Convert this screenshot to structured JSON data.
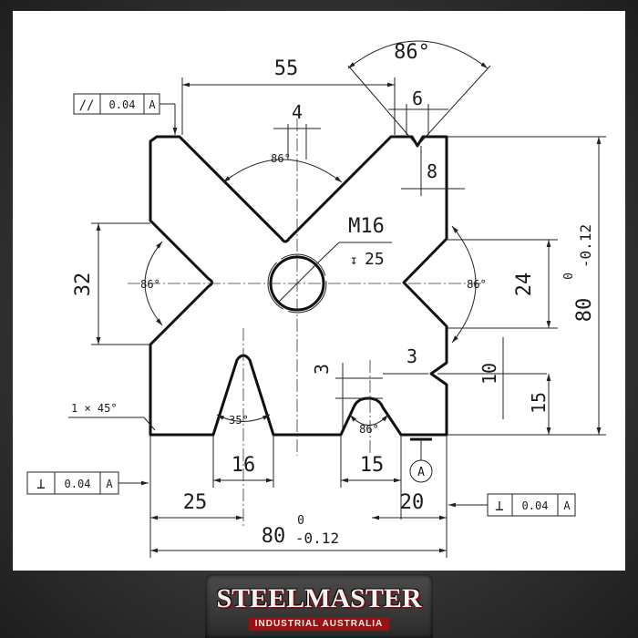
{
  "drawing": {
    "dims": {
      "d55": "55",
      "d86_top": "86°",
      "d6": "6",
      "d4": "4",
      "d8": "8",
      "d86_inner": "86°",
      "thread": "M16",
      "depth": "25",
      "d32": "32",
      "d86_left": "86°",
      "d86_right": "86°",
      "d24": "24",
      "d3_left": "3",
      "d3_right": "3",
      "d10": "10",
      "d15_right": "15",
      "d35": "35°",
      "d86_bottom": "86°",
      "d16": "16",
      "d15_bottom": "15",
      "d25": "25",
      "d20": "20",
      "chamfer": "1 × 45°",
      "height_nominal": "80",
      "height_upper_tol": "0",
      "height_lower_tol": "-0.12",
      "width_nominal": "80",
      "width_upper_tol": "0",
      "width_lower_tol": "-0.12"
    },
    "datum_label": "A",
    "tolerance_frames": {
      "parallel": {
        "symbol": "//",
        "value": "0.04",
        "datum": "A"
      },
      "perp_left": {
        "symbol": "⊥",
        "value": "0.04",
        "datum": "A"
      },
      "perp_right": {
        "symbol": "⊥",
        "value": "0.04",
        "datum": "A"
      }
    }
  },
  "brand": {
    "name": "STEELMASTER",
    "tagline": "INDUSTRIAL AUSTRALIA"
  }
}
